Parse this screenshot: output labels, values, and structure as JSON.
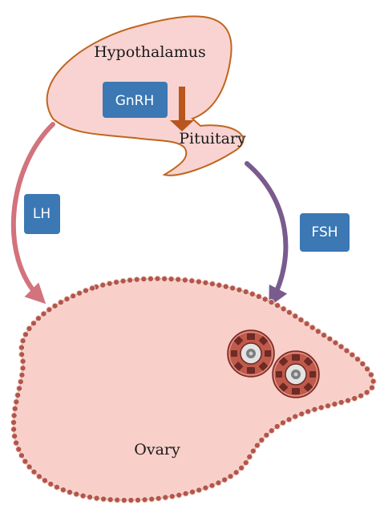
{
  "labels": {
    "hypothalamus": "Hypothalamus",
    "gnrh": "GnRH",
    "pituitary": "Pituitary",
    "lh": "LH",
    "fsh": "FSH",
    "ovary": "Ovary"
  },
  "colors": {
    "gland_fill": "#f8d3d1",
    "gland_stroke": "#c0651f",
    "hormone_box": "#3b78b4",
    "gnrh_arrow": "#b8561e",
    "lh_arrow": "#d2737d",
    "fsh_arrow": "#7a5b8e",
    "ovary_fill": "#f8cfc9",
    "ovary_bead": "#b3554a",
    "follicle": "#b04a3e"
  }
}
